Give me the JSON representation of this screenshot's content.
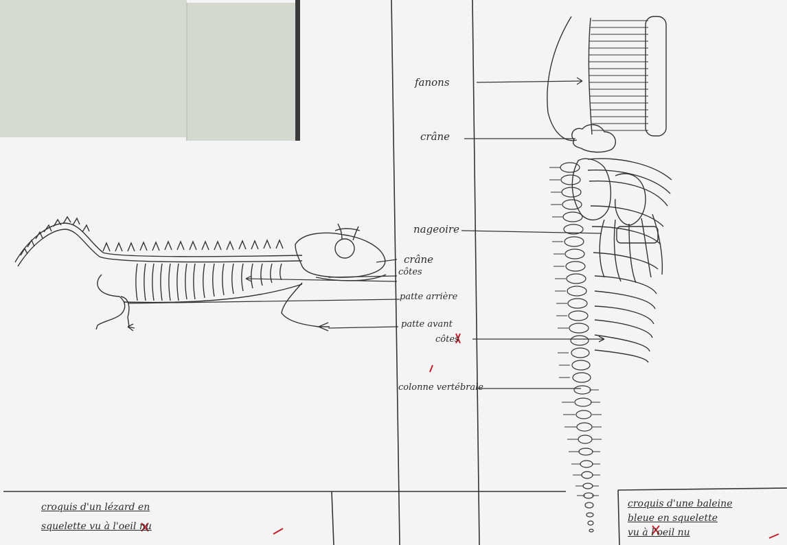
{
  "lizard_labels": {
    "crane": "crâne",
    "cotes": "côtes",
    "patte_arriere": "patte arrière",
    "patte_avant": "patte avant"
  },
  "whale_labels": {
    "fanons": "fanons",
    "crane": "crâne",
    "nageoire": "nageoire",
    "cotes": "côtes",
    "colonne": "colonne vertébrale"
  },
  "captions": {
    "lizard_line1": "croquis d'un lézard en",
    "lizard_line2": "squelette vu à l'oeil nu",
    "whale_line1": "croquis d'une baleine",
    "whale_line2": "bleue en squelette",
    "whale_line3": "vu à l'oeil nu"
  },
  "colors": {
    "paper": "#f3f4f3",
    "pencil": "#2b2b2b",
    "correction": "#c41e2a",
    "card": "#d6dbd2"
  }
}
